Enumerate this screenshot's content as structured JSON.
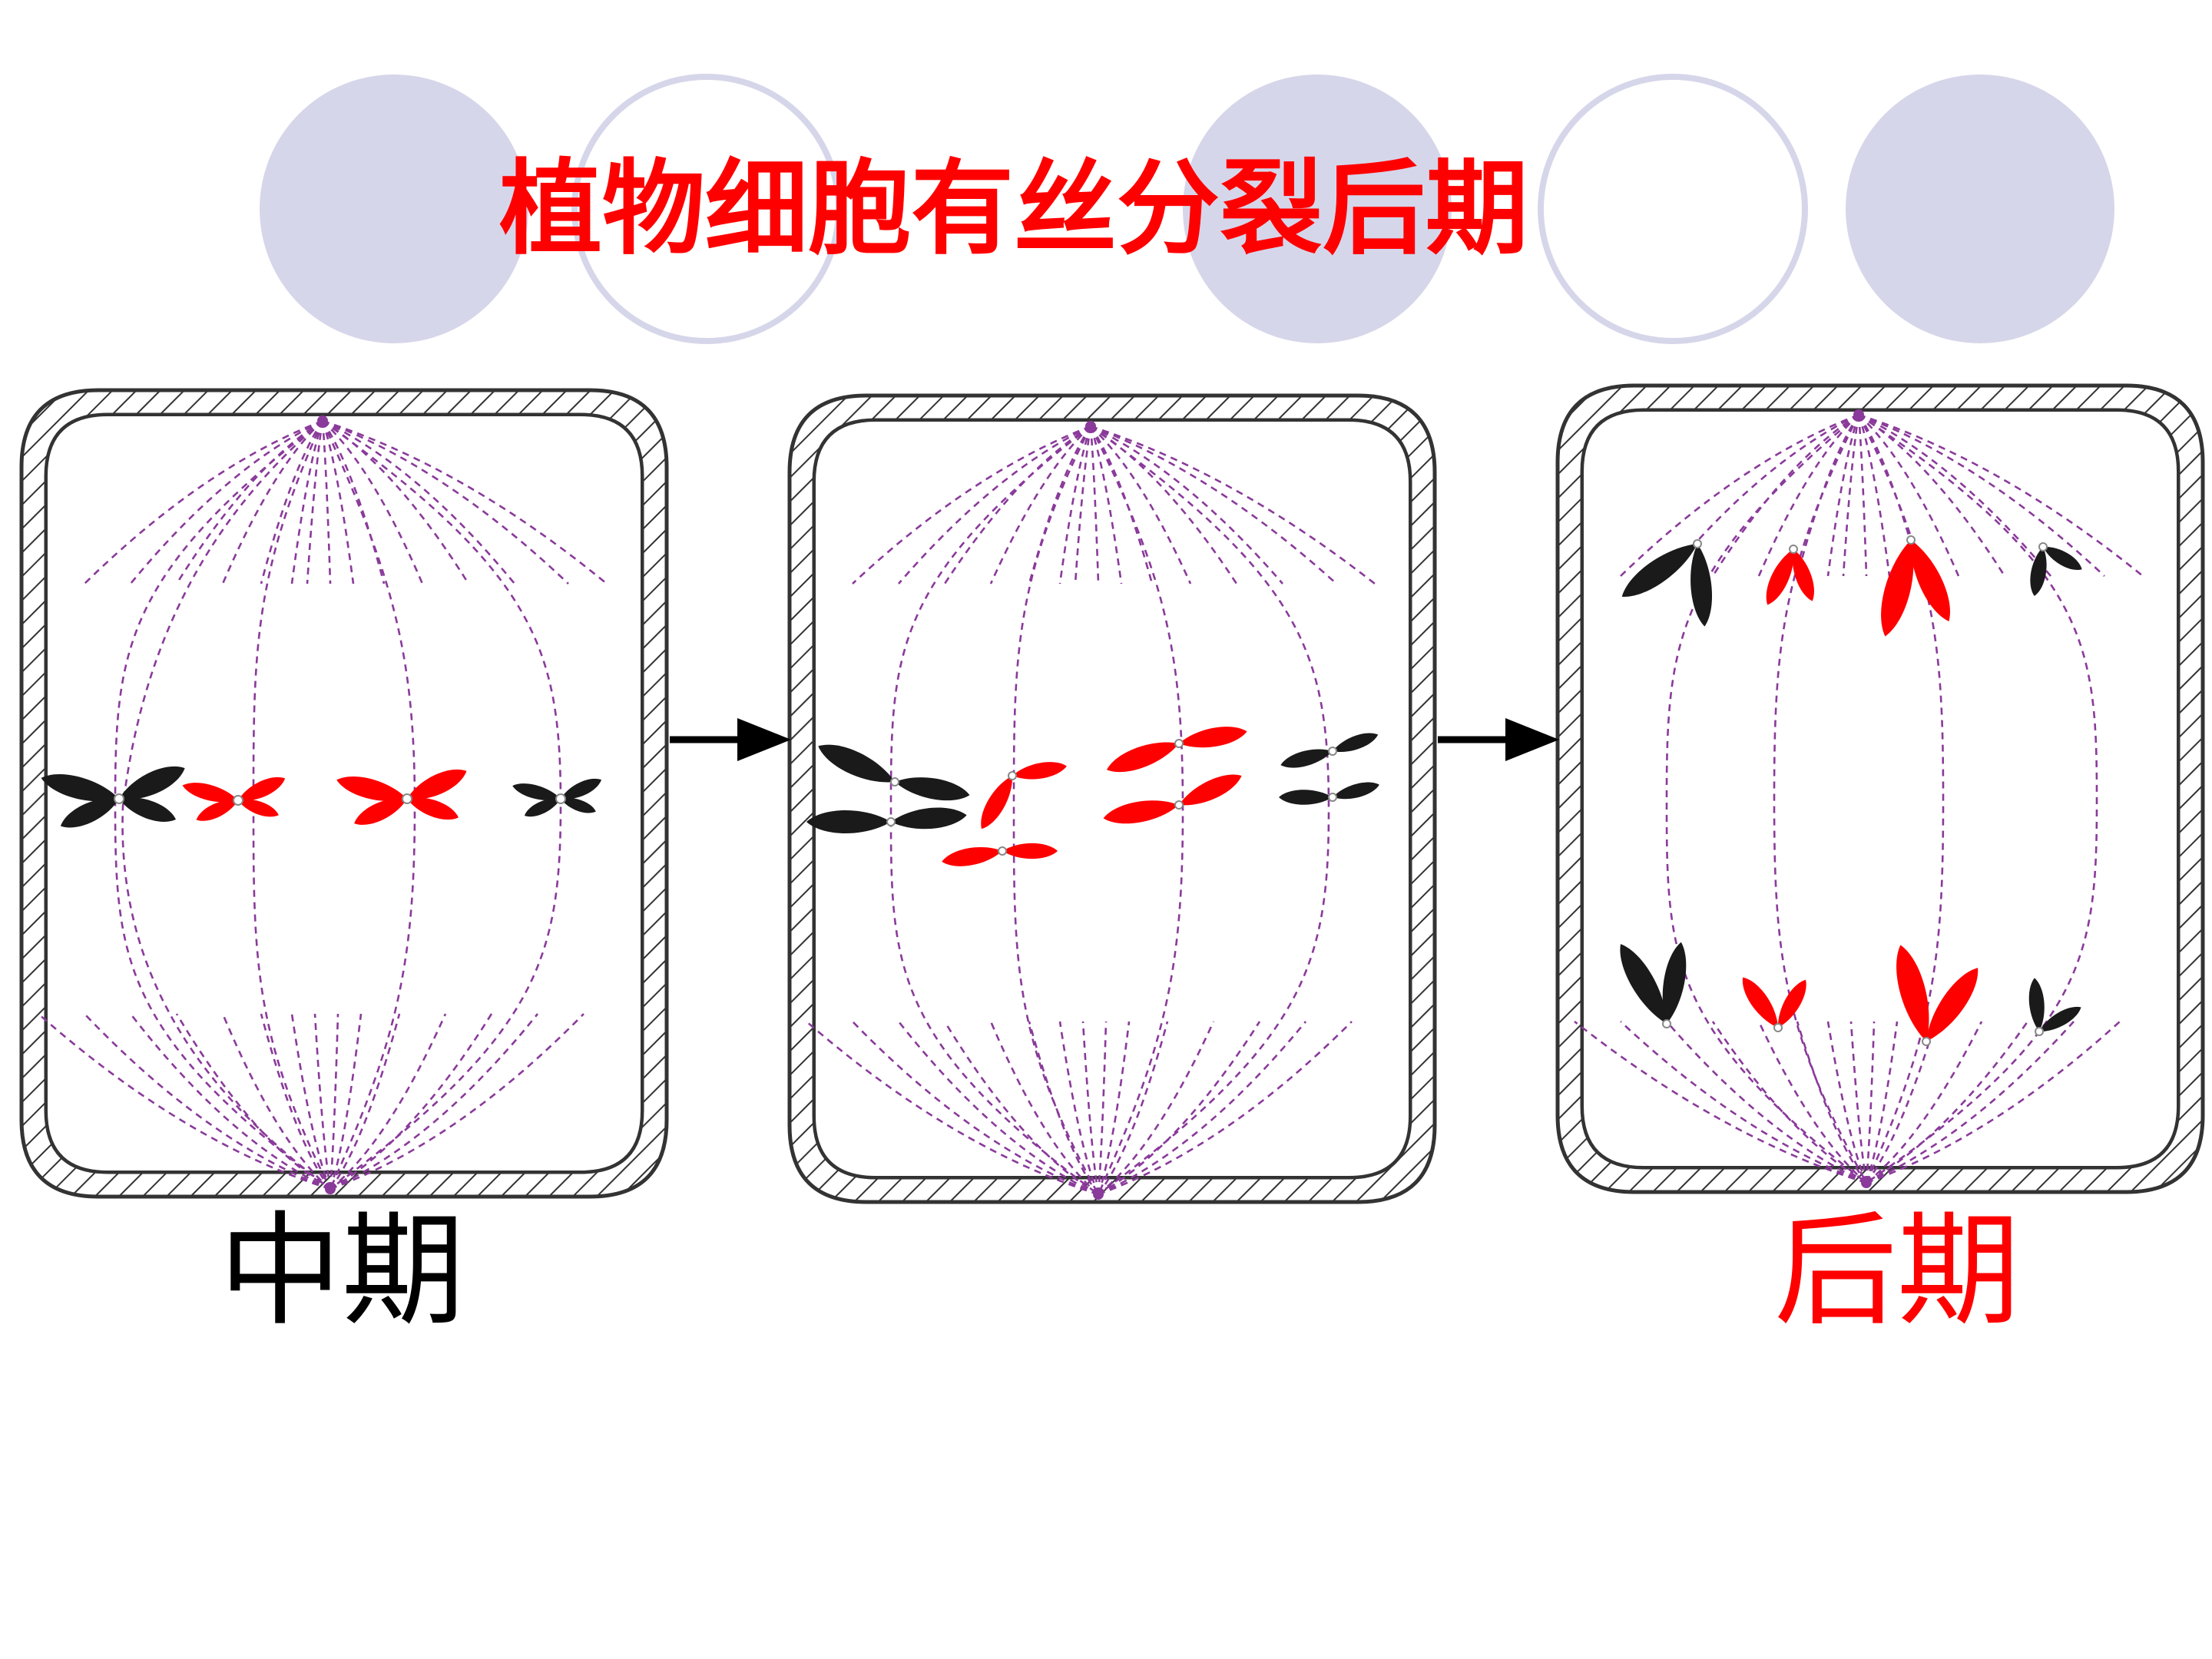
{
  "title": {
    "text": "植物细胞有丝分裂后期",
    "color": "#ff0000"
  },
  "decor": {
    "filled_color": "#d6d6ea",
    "ring_color": "#d6d6ea"
  },
  "labels": {
    "left": {
      "text": "中期",
      "color": "#000000"
    },
    "right": {
      "text": "后期",
      "color": "#ff0000"
    }
  },
  "colors": {
    "cell_wall": "#333333",
    "spindle": "#8a3a9a",
    "chromosome_black": "#1a1a1a",
    "chromosome_red": "#ff0000",
    "arrow": "#000000"
  },
  "panels": [
    {
      "stage": "metaphase"
    },
    {
      "stage": "early-anaphase"
    },
    {
      "stage": "anaphase"
    }
  ]
}
